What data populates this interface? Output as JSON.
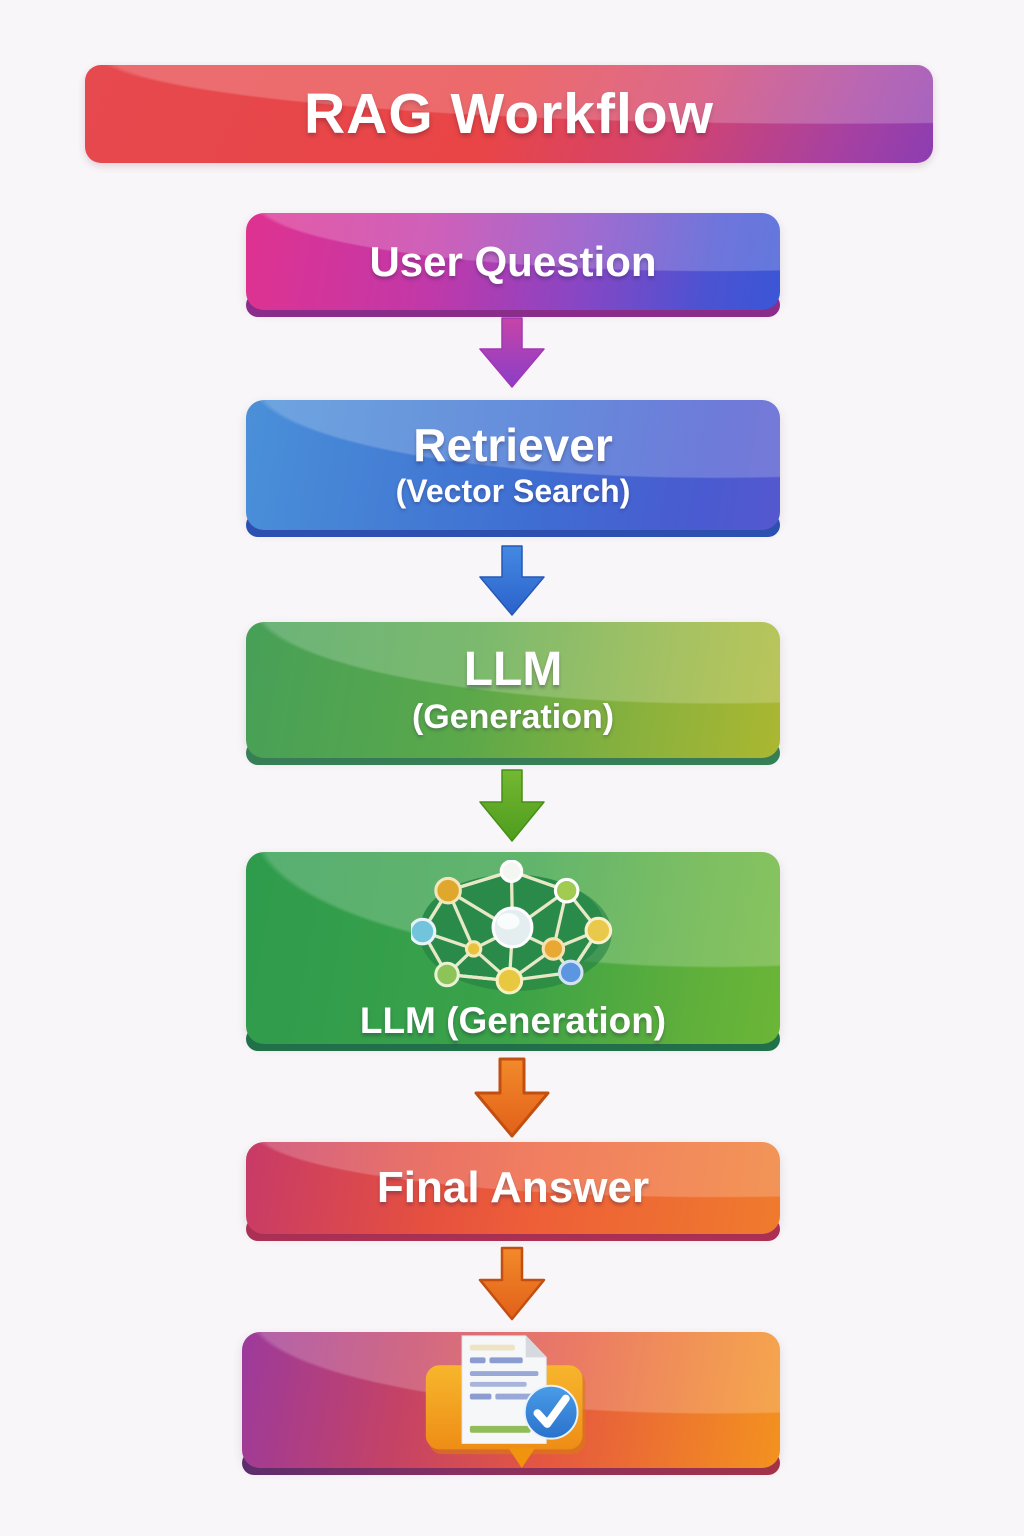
{
  "title_banner": {
    "text": "RAG Workflow"
  },
  "flow": {
    "steps": [
      {
        "name": "user-question",
        "label": "User Question"
      },
      {
        "name": "retriever",
        "label": "Retriever",
        "sublabel": "(Vector Search)"
      },
      {
        "name": "llm",
        "label": "LLM",
        "sublabel": "(Generation)"
      },
      {
        "name": "llm-generation",
        "label": "LLM (Generation)",
        "icon": "neural-network-icon"
      },
      {
        "name": "final-answer",
        "label": "Final Answer"
      },
      {
        "name": "result",
        "icon": "document-check-icon"
      }
    ],
    "arrows": [
      {
        "name": "arrow-user-to-retriever",
        "color": "purple"
      },
      {
        "name": "arrow-retriever-to-llm",
        "color": "blue"
      },
      {
        "name": "arrow-llm-to-generation",
        "color": "green"
      },
      {
        "name": "arrow-generation-to-final",
        "color": "orange"
      },
      {
        "name": "arrow-final-to-result",
        "color": "orange"
      }
    ]
  },
  "colors": {
    "background": "#f8f6f8",
    "banner_gradient": [
      "#e6494e",
      "#8c3db2"
    ],
    "user_question_gradient": [
      "#df3290",
      "#8a46c4",
      "#3a56d6"
    ],
    "retriever_gradient": [
      "#4a90d8",
      "#5558cf"
    ],
    "llm_gradient": [
      "#47a058",
      "#abb731"
    ],
    "generation_gradient": [
      "#2e9b4d",
      "#6cb637"
    ],
    "final_answer_gradient": [
      "#c73a68",
      "#ef7b2d"
    ],
    "result_gradient": [
      "#9c3a9c",
      "#f3921f"
    ],
    "arrow_purple": [
      "#c644a8",
      "#8a3ec8"
    ],
    "arrow_blue": [
      "#4489e2",
      "#2b62cb"
    ],
    "arrow_green": [
      "#74b832",
      "#4e9c1e"
    ],
    "arrow_orange": [
      "#f28a2a",
      "#e2601a"
    ]
  }
}
